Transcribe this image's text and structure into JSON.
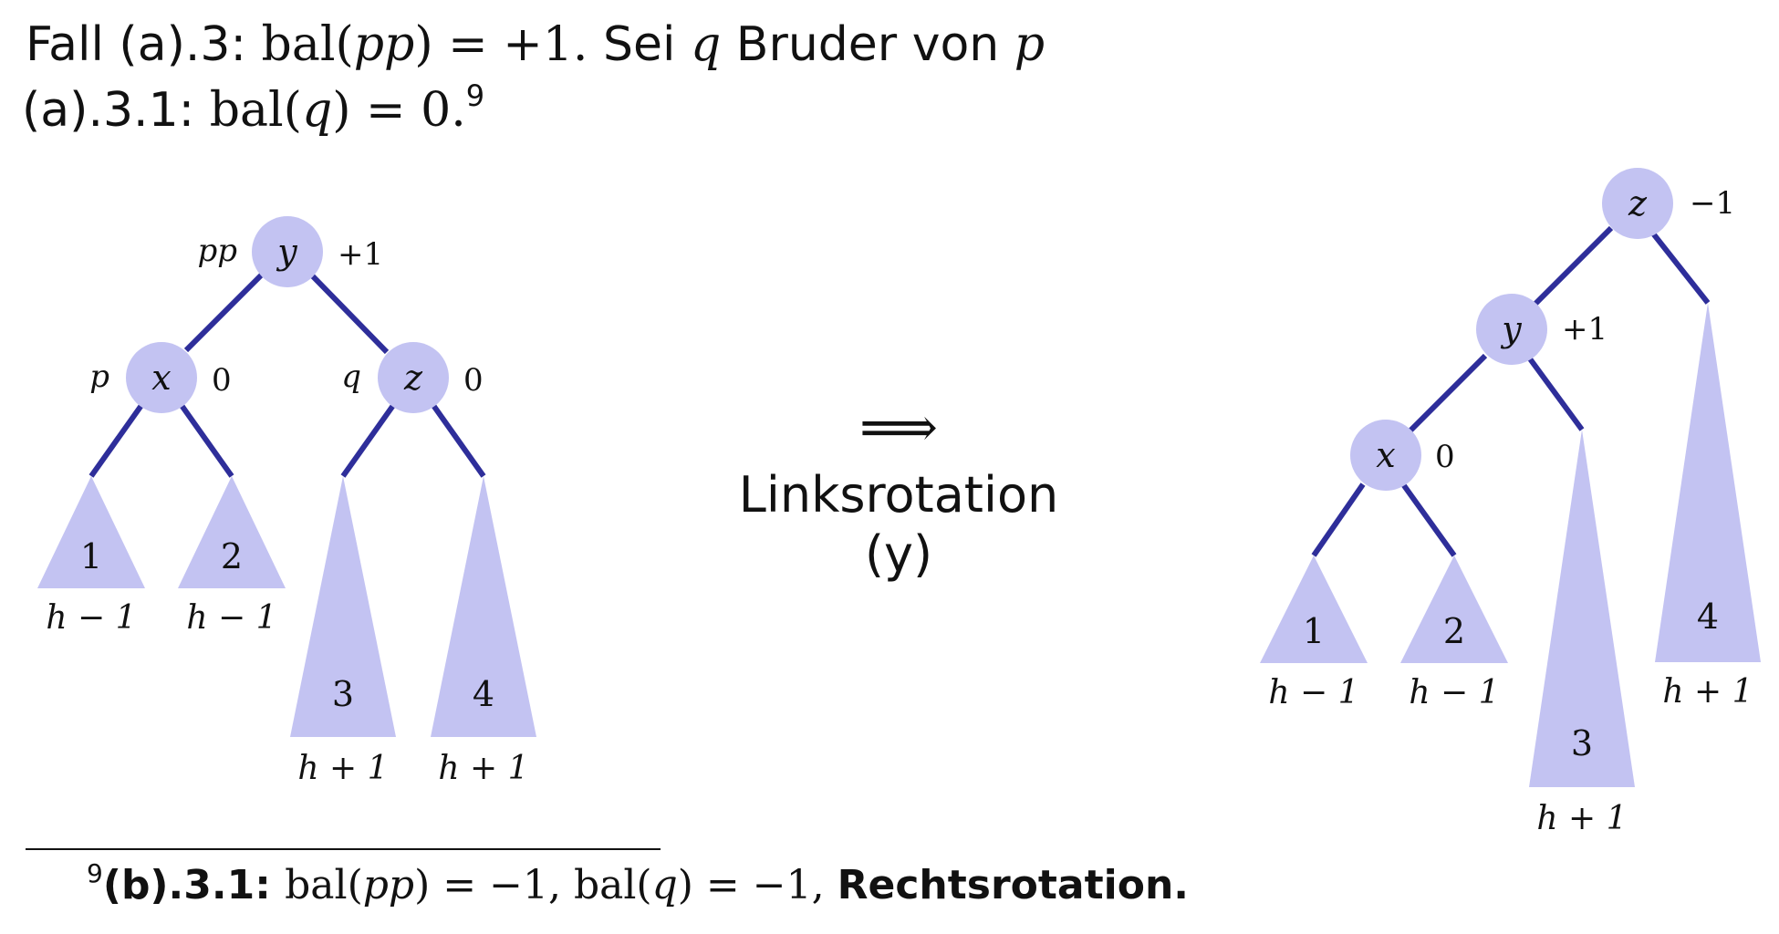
{
  "title_line": {
    "prefix": "Fall (a).3: ",
    "bal": "bal(",
    "arg": "pp",
    "post": ") = +1.",
    "sei": " Sei ",
    "q": "q",
    "bruder": " Bruder von ",
    "p": "p"
  },
  "subtitle_line": {
    "prefix": "(a).3.1: ",
    "bal": "bal(",
    "arg": "q",
    "post": ") = 0.",
    "footnote_mark": "9"
  },
  "left_tree": {
    "nodes": [
      {
        "id": "y",
        "label": "y",
        "side_label": "pp",
        "balance": "+1"
      },
      {
        "id": "x",
        "label": "x",
        "side_label": "p",
        "balance": "0"
      },
      {
        "id": "z",
        "label": "z",
        "side_label": "q",
        "balance": "0"
      }
    ],
    "subtrees": [
      {
        "label": "1",
        "height": "h − 1"
      },
      {
        "label": "2",
        "height": "h − 1"
      },
      {
        "label": "3",
        "height": "h + 1"
      },
      {
        "label": "4",
        "height": "h + 1"
      }
    ]
  },
  "transform": {
    "arrow": "⟹",
    "label": "Linksrotation",
    "param": "(y)"
  },
  "right_tree": {
    "nodes": [
      {
        "id": "z",
        "label": "z",
        "balance": "−1"
      },
      {
        "id": "y",
        "label": "y",
        "balance": "+1"
      },
      {
        "id": "x",
        "label": "x",
        "balance": "0"
      }
    ],
    "subtrees": [
      {
        "label": "1",
        "height": "h − 1"
      },
      {
        "label": "2",
        "height": "h − 1"
      },
      {
        "label": "3",
        "height": "h + 1"
      },
      {
        "label": "4",
        "height": "h + 1"
      }
    ]
  },
  "footnote": {
    "mark": "9",
    "prefix": "(b).3.1: ",
    "bal1": "bal(",
    "arg1": "pp",
    "post1": ") = −1, ",
    "bal2": "bal(",
    "arg2": "q",
    "post2": ") = −1, ",
    "suffix": "Rechtsrotation."
  },
  "colors": {
    "node_fill": "#c3c3f2",
    "edge": "#2e2e9a",
    "text": "#111111"
  }
}
